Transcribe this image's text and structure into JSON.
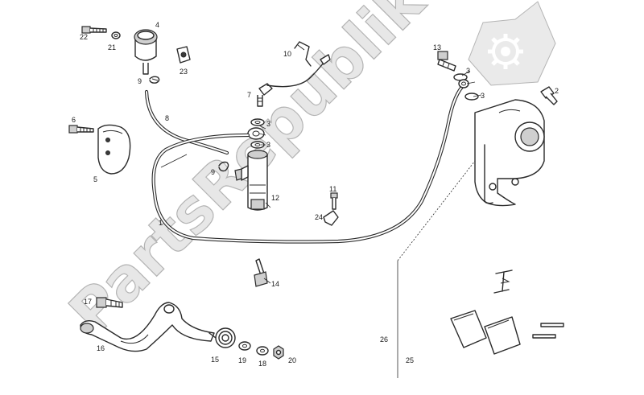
{
  "watermark": "PartsRepublik",
  "callouts": {
    "c1": "1",
    "c2": "2",
    "c3a": "3",
    "c3b": "3",
    "c3c": "3",
    "c3d": "3",
    "c4": "4",
    "c5": "5",
    "c6": "6",
    "c7": "7",
    "c8": "8",
    "c9a": "9",
    "c9b": "9",
    "c10": "10",
    "c11": "11",
    "c12": "12",
    "c13": "13",
    "c14": "14",
    "c15": "15",
    "c16": "16",
    "c17": "17",
    "c18": "18",
    "c19": "19",
    "c20": "20",
    "c21": "21",
    "c22": "22",
    "c23": "23",
    "c24": "24",
    "c25": "25",
    "c26": "26"
  },
  "colors": {
    "line": "#2a2a2a",
    "watermark": "#d4d4d4",
    "background": "#ffffff"
  },
  "icons": {
    "logo": "gear-icon"
  }
}
